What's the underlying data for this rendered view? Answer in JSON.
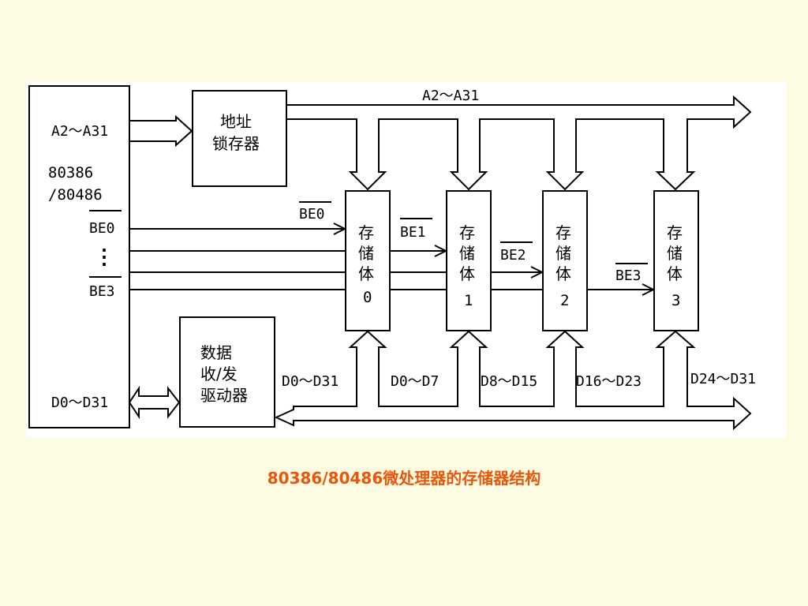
{
  "cpu": {
    "name_line1": "80386",
    "name_line2": "/80486"
  },
  "labels": {
    "addr_in": "A2～A31",
    "addr_bus": "A2～A31",
    "be0_pin": "BE0",
    "be3_pin": "BE3",
    "dots": "⋮",
    "data_pin": "D0～D31",
    "data_bus": "D0～D31"
  },
  "latch": {
    "line1": "地址",
    "line2": "锁存器"
  },
  "transceiver": {
    "line1": "数据",
    "line2": "收/发",
    "line3": "驱动器"
  },
  "banks": [
    {
      "l1": "存",
      "l2": "储",
      "l3": "体",
      "num": "0",
      "be": "BE0",
      "data": "D0～D7"
    },
    {
      "l1": "存",
      "l2": "储",
      "l3": "体",
      "num": "1",
      "be": "BE1",
      "data": "D8～D15"
    },
    {
      "l1": "存",
      "l2": "储",
      "l3": "体",
      "num": "2",
      "be": "BE2",
      "data": "D16～D23"
    },
    {
      "l1": "存",
      "l2": "储",
      "l3": "体",
      "num": "3",
      "be": "BE3",
      "data": "D24～D31"
    }
  ],
  "caption": "80386/80486微处理器的存储器结构"
}
